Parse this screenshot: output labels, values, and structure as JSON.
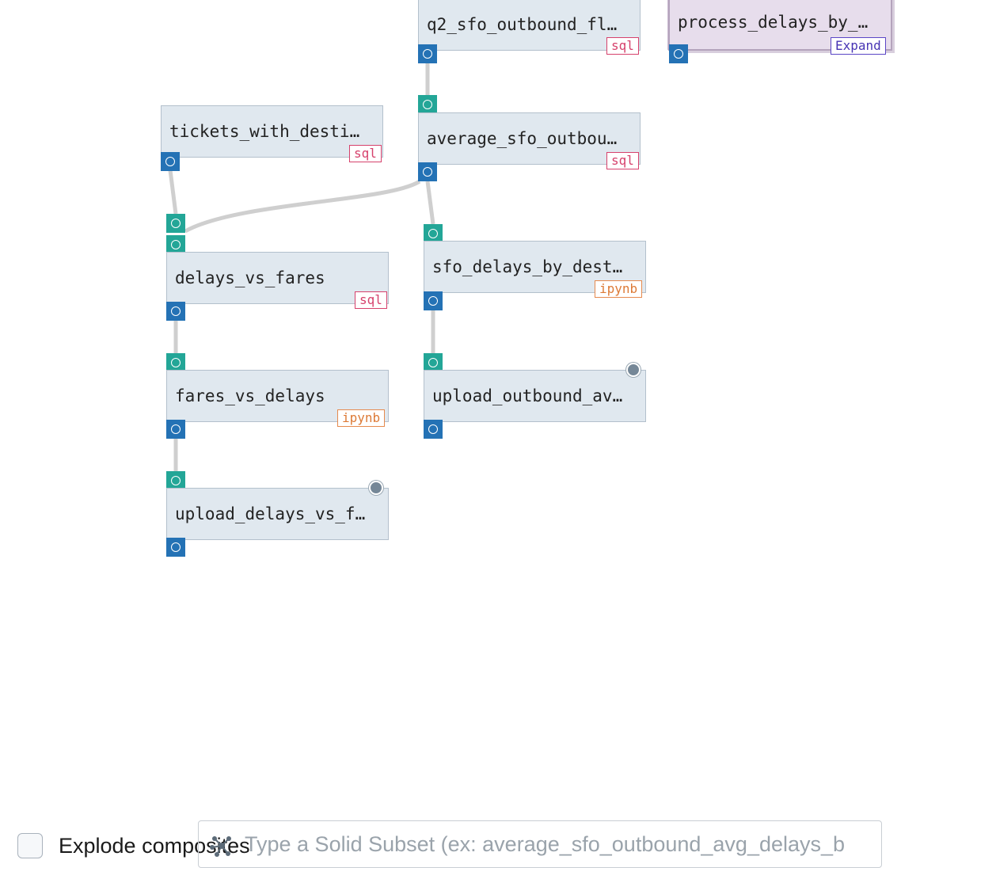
{
  "solids": [
    {
      "id": "q2",
      "title": "q2_sfo_outbound_fl…",
      "tag": "sql",
      "tag_type": "sql"
    },
    {
      "id": "process",
      "title": "process_delays_by_…",
      "tag": "Expand",
      "tag_type": "expand"
    },
    {
      "id": "tickets",
      "title": "tickets_with_desti…",
      "tag": "sql",
      "tag_type": "sql"
    },
    {
      "id": "average",
      "title": "average_sfo_outbou…",
      "tag": "sql",
      "tag_type": "sql"
    },
    {
      "id": "delays_vs_fares",
      "title": "delays_vs_fares",
      "tag": "sql",
      "tag_type": "sql"
    },
    {
      "id": "sfo_delays",
      "title": "sfo_delays_by_dest…",
      "tag": "ipynb",
      "tag_type": "ipynb"
    },
    {
      "id": "fares_vs_delays",
      "title": "fares_vs_delays",
      "tag": "ipynb",
      "tag_type": "ipynb"
    },
    {
      "id": "upload_outbound",
      "title": "upload_outbound_av…",
      "tag": "",
      "tag_type": ""
    },
    {
      "id": "upload_delays",
      "title": "upload_delays_vs_f…",
      "tag": "",
      "tag_type": ""
    }
  ],
  "bottom": {
    "explode_label": "Explode composites",
    "explode_checked": false,
    "subset_placeholder": "Type a Solid Subset (ex: average_sfo_outbound_avg_delays_b",
    "subset_value": ""
  },
  "colors": {
    "input_port": "#23a697",
    "output_port": "#2472b5",
    "edge": "#cfcfcf",
    "solid_bg": "#e0e8ef",
    "composite_bg": "#e7ddec"
  }
}
